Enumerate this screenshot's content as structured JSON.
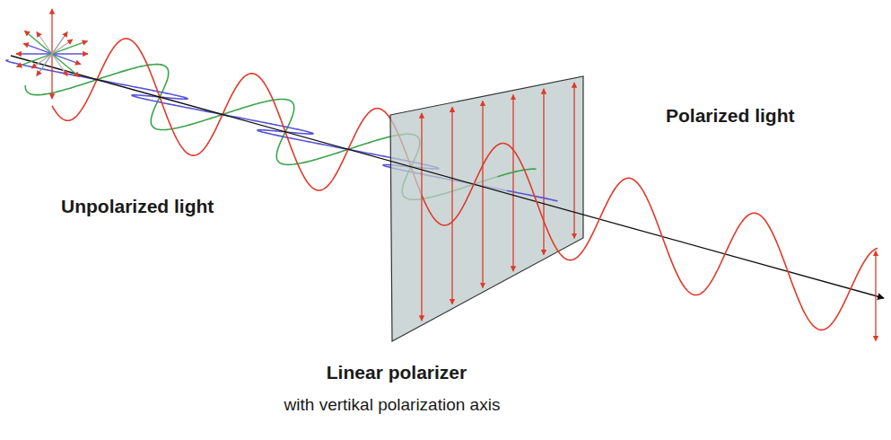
{
  "diagram": {
    "labels": [
      "Unpolarized light",
      "Polarized light",
      "Linear polarizer",
      "with vertikal polarization axis"
    ]
  }
}
